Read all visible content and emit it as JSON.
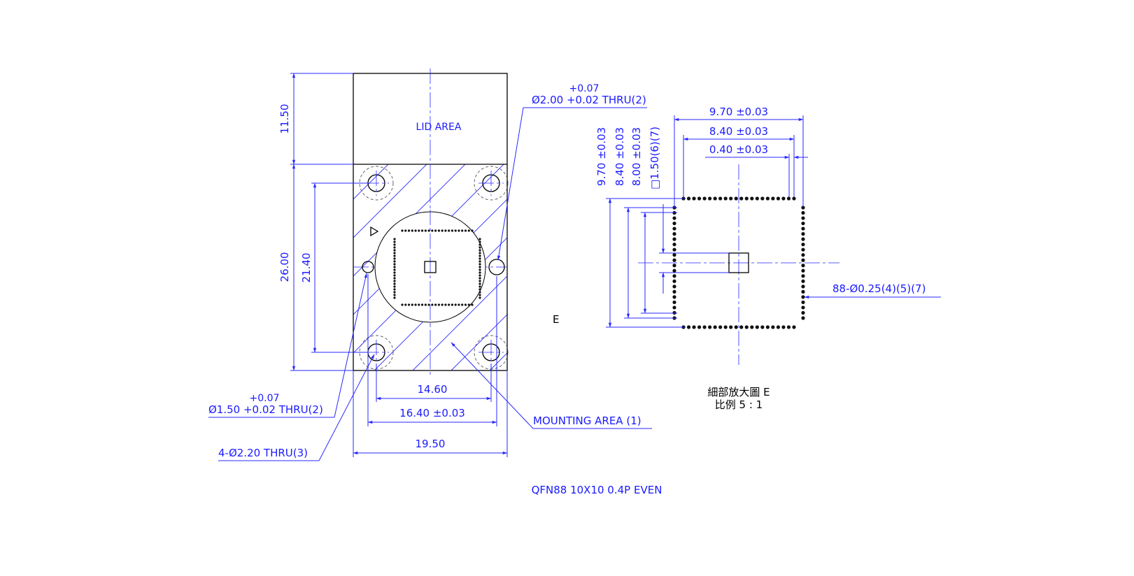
{
  "main_view": {
    "lid_area_label": "LID AREA",
    "dim_top_height": "11.50",
    "dim_body_height": "26.00",
    "dim_hole_pitch_v": "21.40",
    "dim_inner_width": "14.60",
    "dim_hole_span": "16.40 ±0.03",
    "dim_total_width": "19.50",
    "callout_large_pin_tol": "+0.07",
    "callout_large_pin": "Ø2.00 +0.02 THRU(2)",
    "callout_small_pin_tol": "+0.07",
    "callout_small_pin": "Ø1.50 +0.02 THRU(2)",
    "callout_holes": "4-Ø2.20 THRU(3)",
    "callout_mounting": "MOUNTING AREA (1)",
    "detail_marker": "E"
  },
  "detail_view": {
    "dim_h_outer": "9.70 ±0.03",
    "dim_h_inner": "8.40 ±0.03",
    "dim_h_pitch": "0.40 ±0.03",
    "dim_v_outer": "9.70 ±0.03",
    "dim_v_inner": "8.40 ±0.03",
    "dim_v_pad": "8.00 ±0.03",
    "dim_v_center": "□1.50(6)(7)",
    "callout_pins": "88-Ø0.25(4)(5)(7)",
    "title_line1": "細部放大圖 E",
    "title_line2": "比例 5 : 1"
  },
  "footer": {
    "package": "QFN88 10X10 0.4P EVEN"
  },
  "colors": {
    "dimension": "#2a2aff",
    "outline": "#000000"
  }
}
